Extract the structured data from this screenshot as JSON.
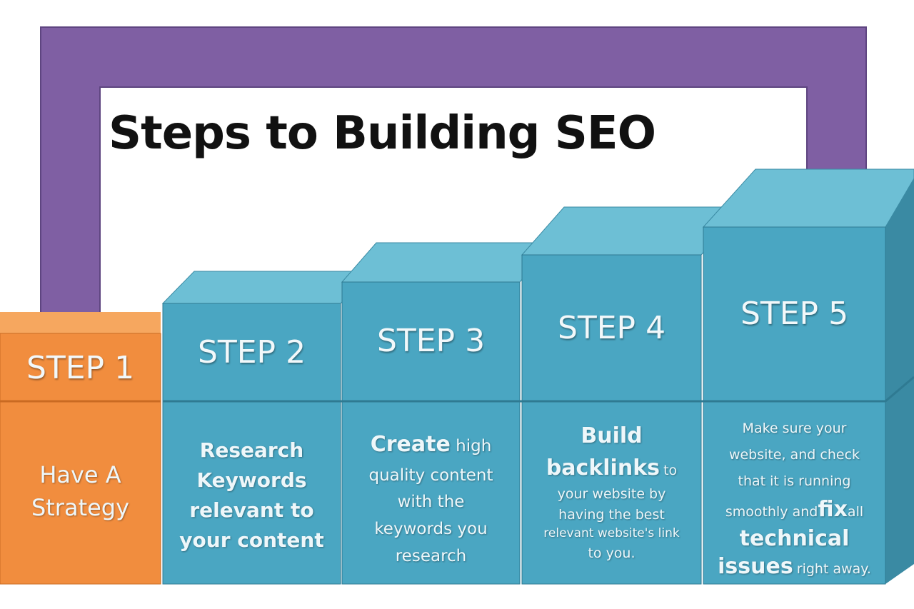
{
  "title": "Steps to Building SEO",
  "colors": {
    "frame": "#7f5fa3",
    "teal_front": "#4aa6c2",
    "teal_top": "#6dbfd5",
    "teal_side": "#3a8aa3",
    "orange_front": "#f18d3e",
    "orange_top": "#f6a75f"
  },
  "steps": [
    {
      "label": "STEP 1",
      "desc": [
        "Have A",
        "Strategy"
      ]
    },
    {
      "label": "STEP 2",
      "desc": [
        "Research",
        "Keywords",
        "relevant to",
        "your content"
      ]
    },
    {
      "label": "STEP 3",
      "desc_big": "Create",
      "desc_after_big": "high",
      "desc": [
        "quality content",
        "with the",
        "keywords you",
        "research"
      ]
    },
    {
      "label": "STEP 4",
      "desc_big1": "Build",
      "desc_big2": "backlinks",
      "desc_after_big": "to",
      "desc": [
        "your website by",
        "having the best",
        "relevant website's link",
        "to you."
      ]
    },
    {
      "label": "STEP 5",
      "desc": [
        "Make sure your",
        "website, and check",
        "that it is running"
      ],
      "desc_pre": "smoothly and",
      "desc_big": "fix",
      "desc_post": "all",
      "desc_big2": "technical",
      "desc_big3": "issues",
      "desc_end": "right away."
    }
  ]
}
